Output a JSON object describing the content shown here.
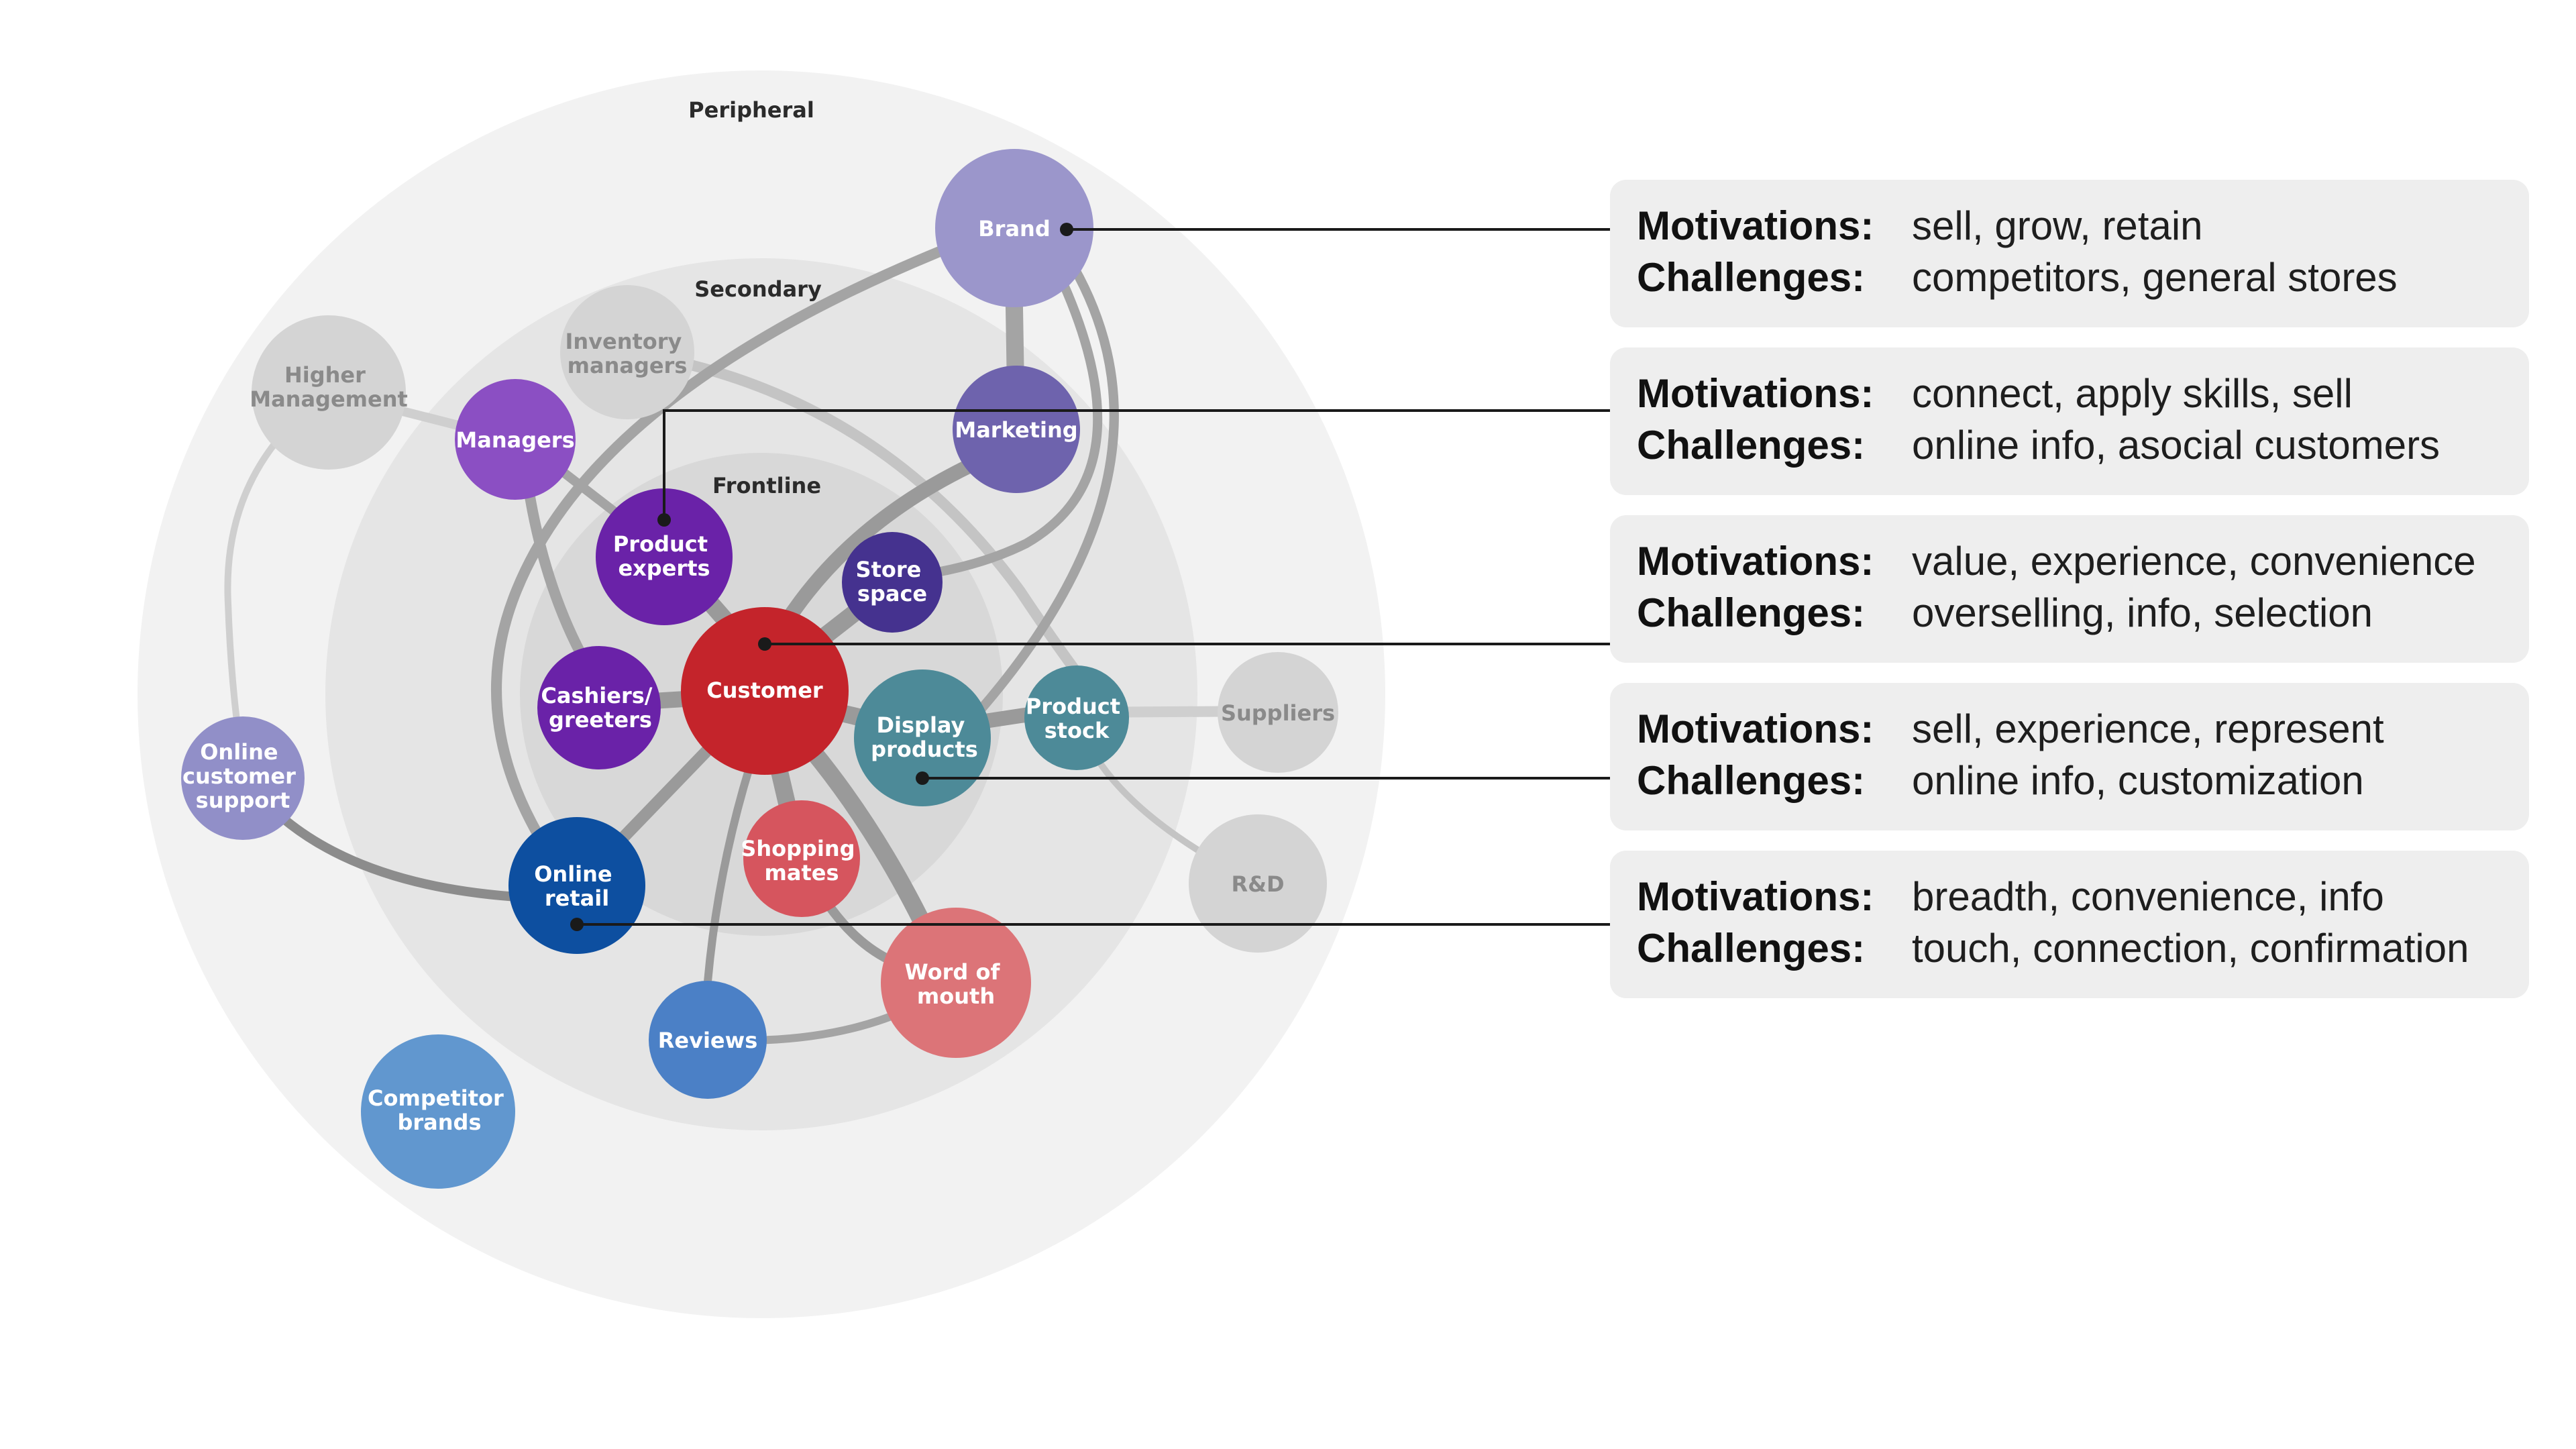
{
  "rings": {
    "peripheral": "Peripheral",
    "secondary": "Secondary",
    "frontline": "Frontline"
  },
  "nodes": {
    "brand": "Brand",
    "marketing": "Marketing",
    "managers": "Managers",
    "higher_management": [
      "Higher",
      "Management"
    ],
    "inventory_managers": [
      "Inventory",
      "managers"
    ],
    "product_experts": [
      "Product",
      "experts"
    ],
    "store_space": [
      "Store",
      "space"
    ],
    "customer": "Customer",
    "cashiers": [
      "Cashiers/",
      "greeters"
    ],
    "display_products": [
      "Display",
      "products"
    ],
    "product_stock": [
      "Product",
      "stock"
    ],
    "suppliers": "Suppliers",
    "rnd": "R&D",
    "online_support": [
      "Online",
      "customer",
      "support"
    ],
    "online_retail": [
      "Online",
      "retail"
    ],
    "shopping_mates": [
      "Shopping",
      "mates"
    ],
    "word_of_mouth": [
      "Word of",
      "mouth"
    ],
    "reviews": "Reviews",
    "competitor_brands": [
      "Competitor",
      "brands"
    ]
  },
  "cards": [
    {
      "motivations_label": "Motivations:",
      "motivations": "sell, grow, retain",
      "challenges_label": "Challenges:",
      "challenges": "competitors, general stores"
    },
    {
      "motivations_label": "Motivations:",
      "motivations": "connect, apply skills, sell",
      "challenges_label": "Challenges:",
      "challenges": "online info, asocial customers"
    },
    {
      "motivations_label": "Motivations:",
      "motivations": "value, experience, convenience",
      "challenges_label": "Challenges:",
      "challenges": "overselling, info, selection"
    },
    {
      "motivations_label": "Motivations:",
      "motivations": "sell, experience, represent",
      "challenges_label": "Challenges:",
      "challenges": "online info, customization"
    },
    {
      "motivations_label": "Motivations:",
      "motivations": "breadth, convenience, info",
      "challenges_label": "Challenges:",
      "challenges": "touch, connection, confirmation"
    }
  ]
}
